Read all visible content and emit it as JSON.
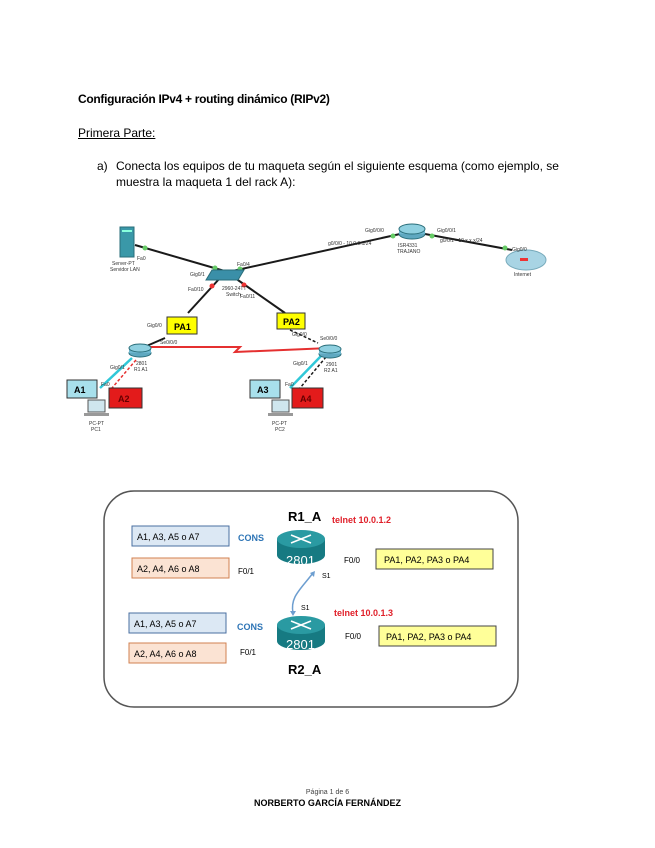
{
  "document": {
    "title": "Configuración IPv4 + routing dinámico (RIPv2)",
    "subtitle": "Primera Parte:",
    "item_label": "a)",
    "item_text_line1": "Conecta los equipos de tu maqueta según el siguiente esquema (como ejemplo, se",
    "item_text_line2": "muestra la maqueta 1 del rack A):"
  },
  "topology": {
    "server": {
      "name": "Server-PT",
      "label": "Servidor LAN",
      "port": "Fa0"
    },
    "switch": {
      "name": "2960-24TT",
      "label": "Switch",
      "ports": [
        "Gig0/1",
        "Fa0/4",
        "Fa0/10",
        "Fa0/11"
      ]
    },
    "isr": {
      "name": "ISR4331",
      "label": "TRAJANO",
      "ports": [
        "Gig0/0/0",
        "Gig0/0/1"
      ]
    },
    "cloud": {
      "label": "Internet",
      "port": "Gig0/0"
    },
    "link_isr_switch": "g0/0/0 - 10.0.0.1/24",
    "link_isr_cloud": "g0/0/1 - 10.x.x.x/24",
    "r1": {
      "name": "2801",
      "label": "R1 A1",
      "ports": [
        "Gig0/0",
        "Gig0/1",
        "Se0/0/0"
      ]
    },
    "r2": {
      "name": "2901",
      "label": "R2 A1",
      "ports": [
        "Gig0/0",
        "Gig0/1",
        "Se0/0/0"
      ]
    },
    "pc1": {
      "name": "PC-PT",
      "label": "PC1",
      "port": "Fa0"
    },
    "pc2": {
      "name": "PC-PT",
      "label": "PC2",
      "port": "Fa0"
    },
    "tags": {
      "pa1": "PA1",
      "pa2": "PA2",
      "a1": "A1",
      "a2": "A2",
      "a3": "A3",
      "a4": "A4"
    },
    "colors": {
      "pa": "#ffff00",
      "a_light": "#a8e0ec",
      "a_red": "#e31b1b",
      "link": "#1a1a1a",
      "serial": "#e53030",
      "console": "#30c8d8"
    }
  },
  "schema": {
    "r1": {
      "name": "R1_A",
      "model": "2801",
      "telnet": "telnet 10.0.1.2",
      "cons": "CONS",
      "f01": "F0/1",
      "f00": "F0/0",
      "s1": "S1"
    },
    "r2": {
      "name": "R2_A",
      "model": "2801",
      "telnet": "telnet 10.0.1.3",
      "cons": "CONS",
      "f01": "F0/1",
      "f00": "F0/0",
      "s1": "S1"
    },
    "box_cons_r1": "A1, A3, A5 o A7",
    "box_f01_r1": "A2, A4, A6 o A8",
    "box_pa_r1": "PA1, PA2, PA3 o PA4",
    "box_cons_r2": "A1, A3, A5 o A7",
    "box_f01_r2": "A2, A4, A6 o A8",
    "box_pa_r2": "PA1, PA2, PA3 o PA4",
    "bold_cons_r1": "A1",
    "bold_f01_r1": "A2",
    "bold_cons_r2": "A3",
    "bold_f01_r2": "A4",
    "colors": {
      "cons_box": "#dce8f4",
      "f01_box": "#fbe3d3",
      "pa_box": "#ffff99",
      "telnet": "#e0202a",
      "cons_text": "#2e75b6",
      "router": "#1a7f86"
    }
  },
  "footer": {
    "page": "Página 1 de 6",
    "author": "NORBERTO GARCÍA FERNÁNDEZ"
  }
}
